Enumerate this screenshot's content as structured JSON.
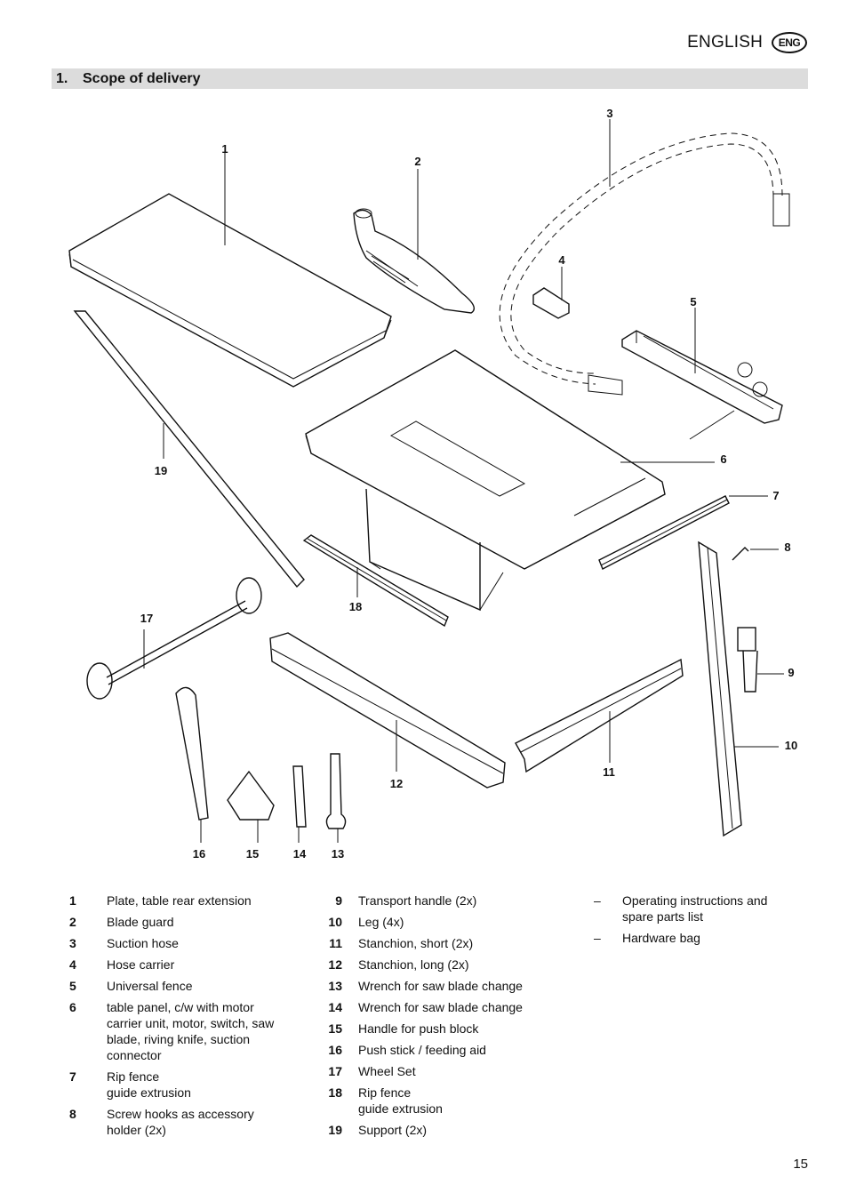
{
  "header": {
    "language": "ENGLISH",
    "badge": "ENG"
  },
  "section": {
    "number": "1.",
    "title": "Scope of delivery"
  },
  "callouts": [
    "1",
    "2",
    "3",
    "4",
    "5",
    "6",
    "7",
    "8",
    "9",
    "10",
    "11",
    "12",
    "13",
    "14",
    "15",
    "16",
    "17",
    "18",
    "19"
  ],
  "legend": {
    "col1": [
      {
        "num": "1",
        "text": "Plate, table rear extension"
      },
      {
        "num": "2",
        "text": "Blade guard"
      },
      {
        "num": "3",
        "text": "Suction hose"
      },
      {
        "num": "4",
        "text": "Hose carrier"
      },
      {
        "num": "5",
        "text": "Universal fence"
      },
      {
        "num": "6",
        "text": "table panel, c/w with motor\ncarrier unit, motor, switch, saw\nblade, riving knife, suction\nconnector"
      },
      {
        "num": "7",
        "text": "Rip fence\nguide extrusion"
      },
      {
        "num": "8",
        "text": "Screw hooks as accessory\nholder (2x)"
      }
    ],
    "col2": [
      {
        "num": "9",
        "text": "Transport handle (2x)"
      },
      {
        "num": "10",
        "text": "Leg (4x)"
      },
      {
        "num": "11",
        "text": "Stanchion, short (2x)"
      },
      {
        "num": "12",
        "text": "Stanchion, long (2x)"
      },
      {
        "num": "13",
        "text": "Wrench for saw blade change"
      },
      {
        "num": "14",
        "text": "Wrench for saw blade change"
      },
      {
        "num": "15",
        "text": "Handle for push block"
      },
      {
        "num": "16",
        "text": "Push stick / feeding aid"
      },
      {
        "num": "17",
        "text": "Wheel Set"
      },
      {
        "num": "18",
        "text": "Rip fence\nguide extrusion"
      },
      {
        "num": "19",
        "text": "Support (2x)"
      }
    ],
    "col3": [
      {
        "num": "–",
        "text": "Operating instructions and\nspare parts list"
      },
      {
        "num": "–",
        "text": "Hardware bag"
      }
    ]
  },
  "page_number": "15"
}
